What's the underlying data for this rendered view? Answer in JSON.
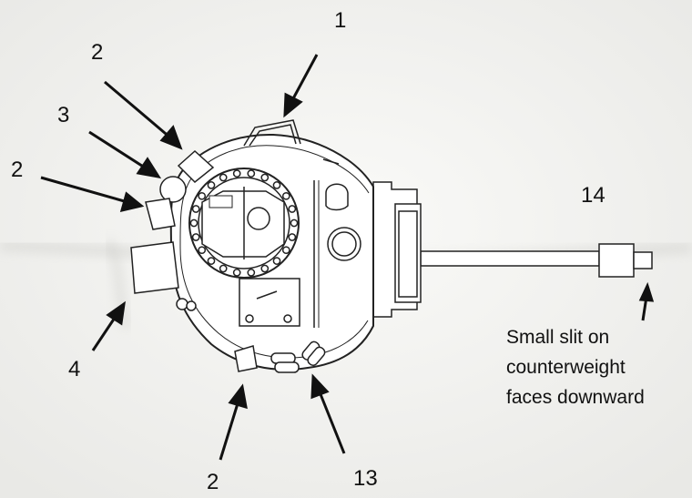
{
  "callouts": {
    "c1": "1",
    "c2_top": "2",
    "c3": "3",
    "c2_left": "2",
    "c4": "4",
    "c2_bottom": "2",
    "c13": "13",
    "c14": "14"
  },
  "note": {
    "line1": "Small slit on",
    "line2": "counterweight",
    "line3": "faces downward"
  }
}
